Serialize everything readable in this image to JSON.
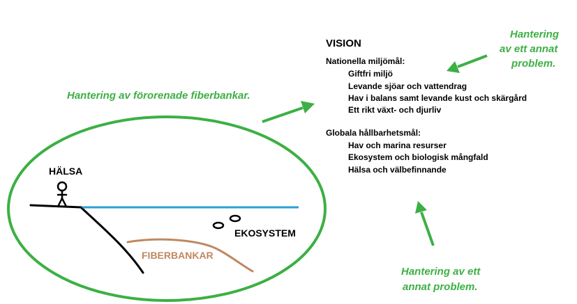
{
  "vision": {
    "title": "VISION",
    "national": {
      "heading": "Nationella miljömål:",
      "items": [
        "Giftfri miljö",
        "Levande sjöar och vattendrag",
        "Hav i balans samt levande kust och skärgård",
        "Ett rikt växt- och djurliv"
      ]
    },
    "global": {
      "heading": "Globala hållbarhetsmål:",
      "items": [
        "Hav och marina resurser",
        "Ekosystem och biologisk mångfald",
        "Hälsa och välbefinnande"
      ]
    }
  },
  "annotations": {
    "main": "Hantering av förorenade fiberbankar.",
    "top_right": [
      "Hantering",
      "av ett annat",
      "problem."
    ],
    "bottom_right": [
      "Hantering av ett",
      "annat problem."
    ]
  },
  "diagram_labels": {
    "halsa": "HÄLSA",
    "ekosystem": "EKOSYSTEM",
    "fiberbankar": "FIBERBANKAR"
  },
  "colors": {
    "green": "#3cb044",
    "water": "#2a9fd6",
    "fiber": "#c08860",
    "ink": "#000000"
  }
}
